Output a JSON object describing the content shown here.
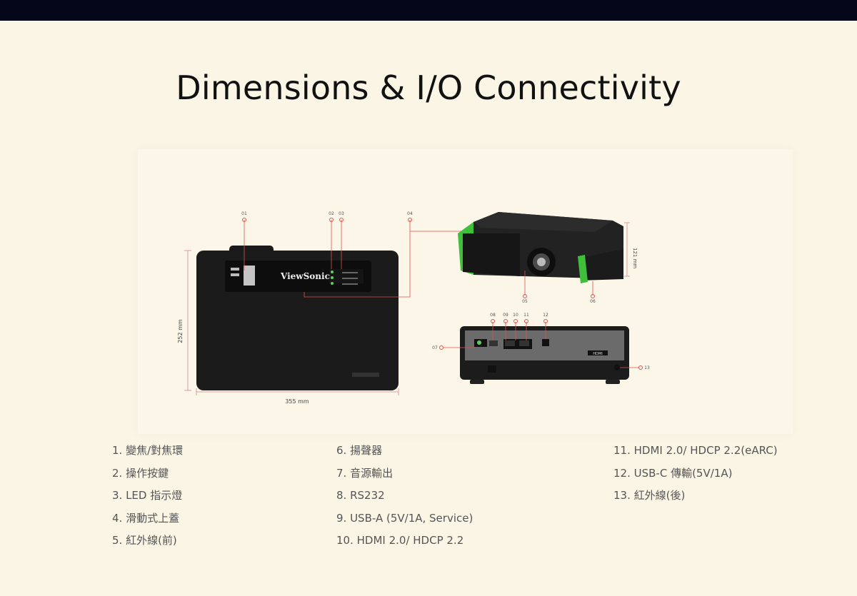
{
  "page": {
    "title": "Dimensions & I/O Connectivity"
  },
  "figure": {
    "callouts": [
      "01",
      "02",
      "03",
      "04",
      "05",
      "06",
      "07",
      "08",
      "09",
      "10",
      "11",
      "12",
      "13"
    ],
    "dimensions": {
      "height": "252 mm",
      "width": "355 mm",
      "depth": "121 mm"
    },
    "brand": "ViewSonic",
    "port_label": "HDMI",
    "accent_color": "#3fbf3a",
    "callout_color": "#e0524a"
  },
  "legend": {
    "col1": [
      "1. 變焦/對焦環",
      "2. 操作按鍵",
      "3. LED 指示燈",
      "4. 滑動式上蓋",
      "5. 紅外線(前)"
    ],
    "col2": [
      "6. 揚聲器",
      "7. 音源輸出",
      "8. RS232",
      "9. USB-A (5V/1A, Service)",
      "10. HDMI 2.0/ HDCP 2.2"
    ],
    "col3": [
      "11. HDMI 2.0/ HDCP 2.2(eARC)",
      "12. USB-C 傳輸(5V/1A)",
      "13. 紅外線(後)"
    ]
  }
}
